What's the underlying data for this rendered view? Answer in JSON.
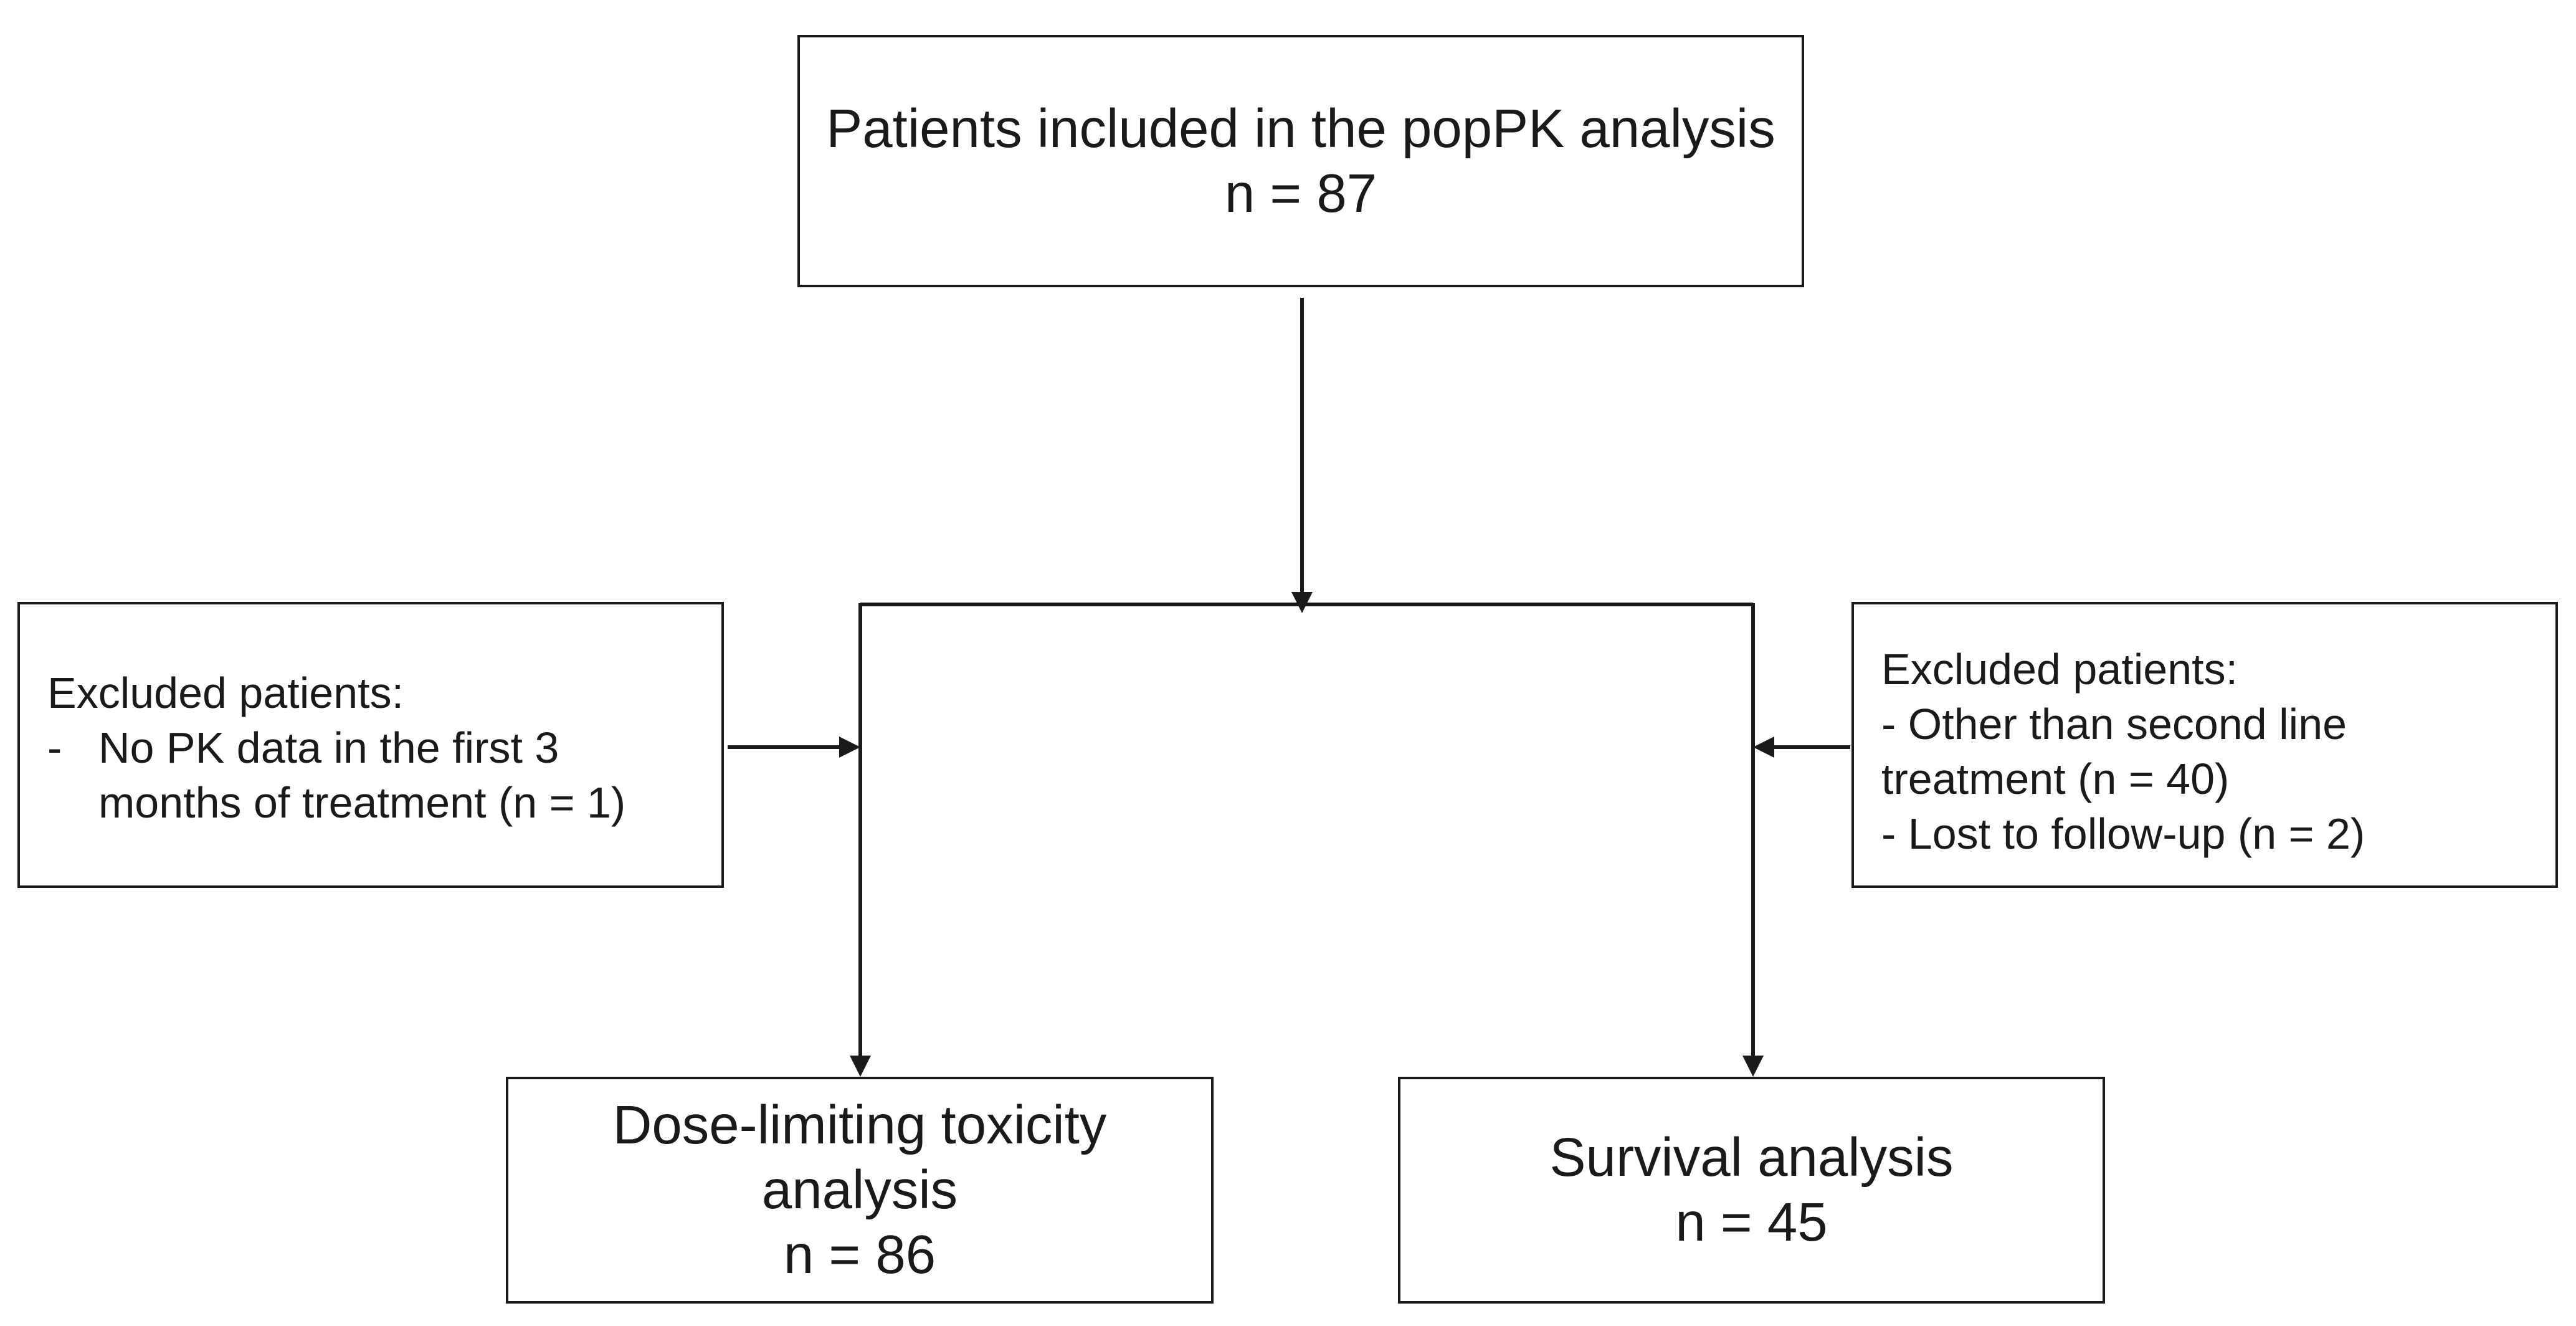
{
  "top_box": {
    "title": "Patients included in the popPK analysis",
    "count": "n = 87"
  },
  "left_exclusion": {
    "heading": "Excluded patients:",
    "bullet": "-",
    "item_line1": "No PK data in the first 3",
    "item_line2": "months of treatment (n = 1)"
  },
  "right_exclusion": {
    "heading": "Excluded patients:",
    "item1_line1": "- Other than second line",
    "item1_line2": "treatment (n = 40)",
    "item2": "- Lost to follow-up (n = 2)"
  },
  "dlt_box": {
    "title_line1": "Dose-limiting toxicity",
    "title_line2": "analysis",
    "count": "n = 86"
  },
  "survival_box": {
    "title": "Survival analysis",
    "count": "n = 45"
  },
  "colors": {
    "line": "#1a1a1a",
    "background": "#ffffff"
  }
}
